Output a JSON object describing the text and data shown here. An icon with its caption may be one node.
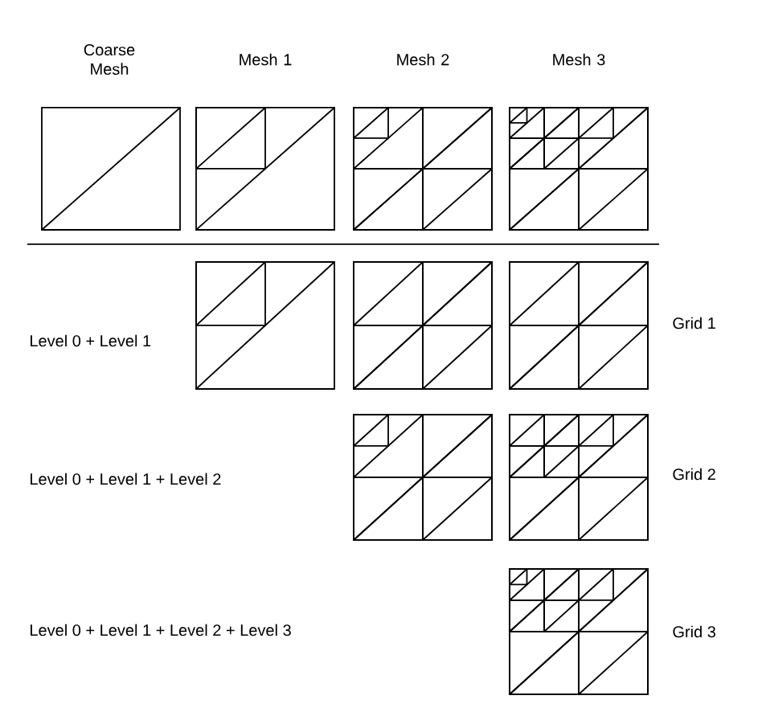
{
  "diagram": {
    "labels": [
      "Coarse Mesh",
      "Mesh 1",
      "Mesh 2",
      "Mesh 3",
      "Level 0 + Level 1",
      "Grid 1",
      "Level 0 + Level 1 + Level 2",
      "Grid 2",
      "Level 0 + Level 1 + Level 2 + Level 3",
      "Grid 3"
    ]
  }
}
